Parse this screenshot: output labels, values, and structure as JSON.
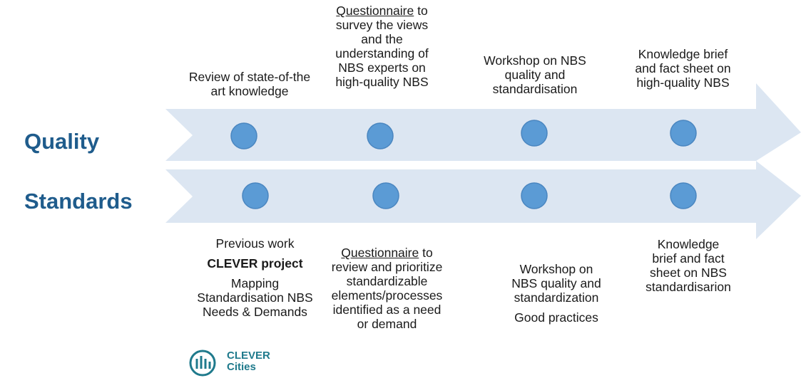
{
  "row_labels": {
    "quality": "Quality",
    "standards": "Standards"
  },
  "quality_steps": [
    {
      "line1": "Review of state-of-the",
      "line2": "art knowledge"
    },
    {
      "underlined": "Questionnaire",
      "after": " to",
      "lines": [
        "survey the views",
        "and the",
        "understanding of",
        "NBS experts on",
        "high-quality NBS"
      ]
    },
    {
      "lines": [
        "Workshop on NBS",
        "quality and",
        "standardisation"
      ]
    },
    {
      "lines": [
        "Knowledge brief",
        "and fact sheet on",
        "high-quality NBS"
      ]
    }
  ],
  "standards_steps": [
    {
      "line1": "Previous work",
      "bold": "CLEVER project",
      "lines": [
        "Mapping",
        "Standardisation NBS",
        "Needs & Demands"
      ]
    },
    {
      "underlined": "Questionnaire",
      "after": " to",
      "lines": [
        "review and prioritize",
        "standardizable",
        "elements/processes",
        "identified as a need",
        "or demand"
      ]
    },
    {
      "lines": [
        "Workshop on",
        "NBS quality and",
        "standardization"
      ],
      "extra": "Good practices"
    },
    {
      "lines": [
        "Knowledge",
        "brief and fact",
        "sheet on NBS",
        "standardisarion"
      ]
    }
  ],
  "logo": {
    "line1": "CLEVER",
    "line2": "Cities"
  },
  "colors": {
    "arrow": "#dce6f2",
    "dot": "#5b9bd5",
    "dot_stroke": "#4a86c0",
    "label": "#1f5c8c",
    "logo": "#1f7a8c"
  }
}
